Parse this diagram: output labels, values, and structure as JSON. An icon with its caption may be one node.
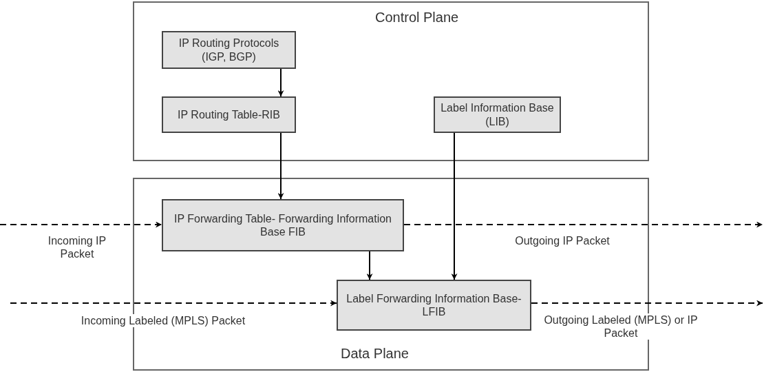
{
  "diagram": {
    "nodes": [
      {
        "text": [
          "Control Plane"
        ]
      },
      {
        "text": [
          "IP Routing Protocols (IGP, BGP)"
        ],
        "in": 0
      },
      {
        "text": [
          "IP Routing Table-RIB"
        ],
        "in": 0
      },
      {
        "text": [
          "Label Information Base (LIB)"
        ],
        "in": 0
      },
      {
        "text": [
          "Data Plane"
        ]
      },
      {
        "text": [
          "IP Forwarding Table- Forwarding Information Base FIB"
        ],
        "in": 4
      },
      {
        "text": [
          "Label Forwarding Information Base-LFIB"
        ],
        "in": 4
      }
    ],
    "edges": [
      {
        "from": 1,
        "to": 2,
        "arrow": "to"
      },
      {
        "from": 2,
        "to": 5,
        "arrow": "to"
      },
      {
        "from": 3,
        "to": 6,
        "arrow": "to"
      },
      {
        "from": 5,
        "to": 6,
        "arrow": "to"
      },
      {
        "from": null,
        "to": 5,
        "arrow": "to",
        "label": "Incoming IP Packet",
        "style": "dashed"
      },
      {
        "from": 5,
        "to": null,
        "arrow": "to",
        "label": "Outgoing IP Packet",
        "style": "dashed"
      },
      {
        "from": null,
        "to": 6,
        "arrow": "to",
        "label": "Incoming Labeled (MPLS) Packet",
        "style": "dashed"
      },
      {
        "from": 6,
        "to": null,
        "arrow": "to",
        "label": "Outgoing Labeled (MPLS) or IP Packet",
        "style": "dashed"
      }
    ]
  }
}
